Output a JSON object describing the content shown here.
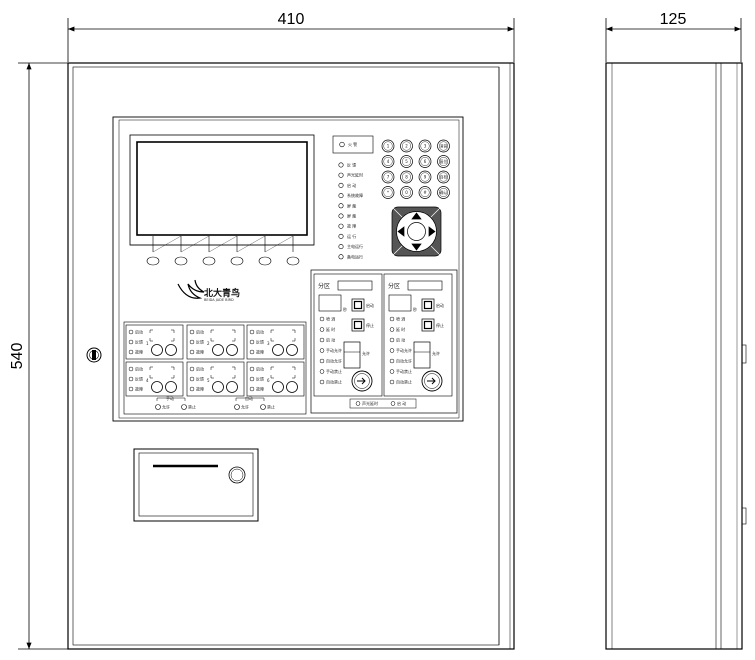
{
  "dimensions": {
    "front_width": "410",
    "side_depth": "125",
    "height": "540"
  },
  "brand": {
    "name": "北大青鸟",
    "sub": "BEIDA JADE BIRD"
  },
  "status_panel": {
    "fire_label": "火 警",
    "indicators": [
      "反 馈",
      "声光延时",
      "启 动",
      "系统故障",
      "屏 蔽",
      "屏 蔽",
      "故 障",
      "运 行",
      "主电运行",
      "备电运行"
    ]
  },
  "keypad": {
    "keys": [
      "1",
      "2",
      "3",
      "消音",
      "4",
      "5",
      "6",
      "复位",
      "7",
      "8",
      "9",
      "自检",
      "*",
      "0",
      "#",
      "确认"
    ]
  },
  "zones": [
    {
      "title": "分区",
      "left_lights": [
        "喷 洒",
        "延 时",
        "启 动"
      ],
      "mid_lights": [
        "手动允许",
        "自动允许",
        "手动禁止",
        "自动禁止"
      ],
      "start_label": "启动",
      "stop_label": "停止",
      "delay_label": "秒",
      "key_label": "允许"
    },
    {
      "title": "分区",
      "left_lights": [
        "喷 洒",
        "延 时",
        "启 动"
      ],
      "mid_lights": [
        "手动允许",
        "自动允许",
        "手动禁止",
        "自动禁止"
      ],
      "start_label": "启动",
      "stop_label": "停止",
      "delay_label": "秒",
      "key_label": "允许"
    }
  ],
  "zone_footer": {
    "left": "声光延时",
    "right": "启 动"
  },
  "module_labels": [
    "启动",
    "反馈",
    "故障"
  ],
  "module_numbers": [
    "1",
    "2",
    "3",
    "4",
    "5",
    "6"
  ],
  "bottom_groups": [
    {
      "title": "手动",
      "a": "允许",
      "b": "禁止"
    },
    {
      "title": "自动",
      "a": "允许",
      "b": "禁止"
    }
  ]
}
